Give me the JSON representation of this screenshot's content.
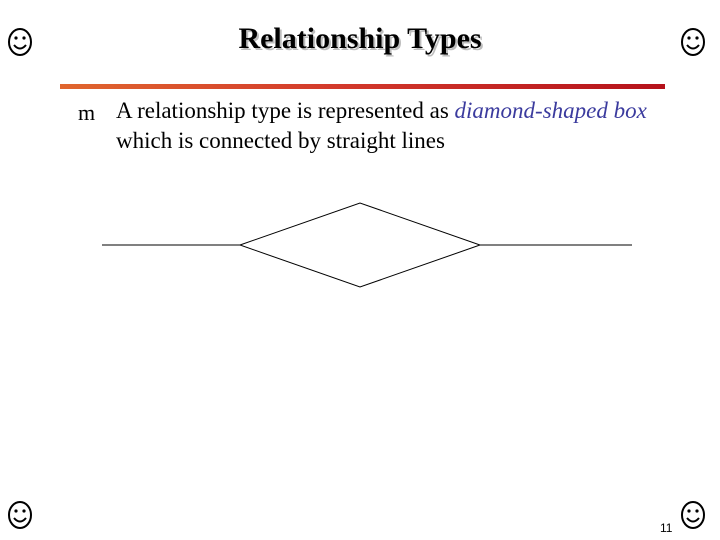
{
  "slide": {
    "title": "Relationship Types",
    "bullet": {
      "marker": "m",
      "text_before": "A relationship type is represented as ",
      "emphasis": "diamond-shaped box",
      "text_after": " which is connected by straight lines"
    },
    "page_number": "11"
  },
  "icons": {
    "corner": "smiley-face-icon"
  },
  "colors": {
    "emphasis": "#3b3b9e",
    "rule_start": "#e0662e",
    "rule_end": "#b5121b"
  }
}
